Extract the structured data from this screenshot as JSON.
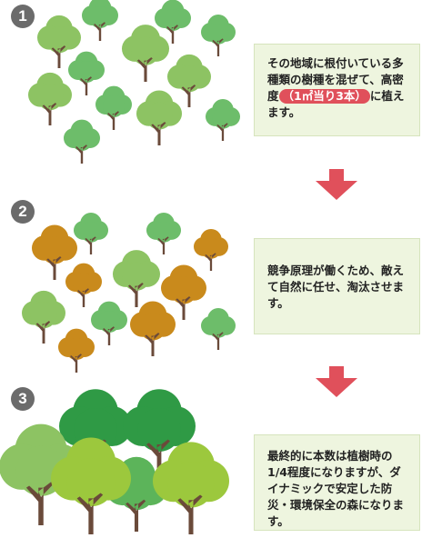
{
  "steps": [
    {
      "number": "1",
      "text_before": "その地域に根付いている多種類の樹種を混ぜて、高密度",
      "highlight": "（1㎡当り3本）",
      "text_after": "に植えます。"
    },
    {
      "number": "2",
      "text": "競争原理が働くため、敵えて自然に任せ、淘汰させます。"
    },
    {
      "number": "3",
      "text": "最終的に本数は植樹時の1/4程度になりますが、ダイナミックで安定した防災・環境保全の森になります。"
    }
  ],
  "colors": {
    "tree_light": "#8dc363",
    "tree_mid": "#6dbd6a",
    "tree_brown": "#c98a1c",
    "trunk": "#6a4a3a",
    "arrow": "#e0505b",
    "box_bg": "#eef5df",
    "badge": "#6b6b6b"
  }
}
